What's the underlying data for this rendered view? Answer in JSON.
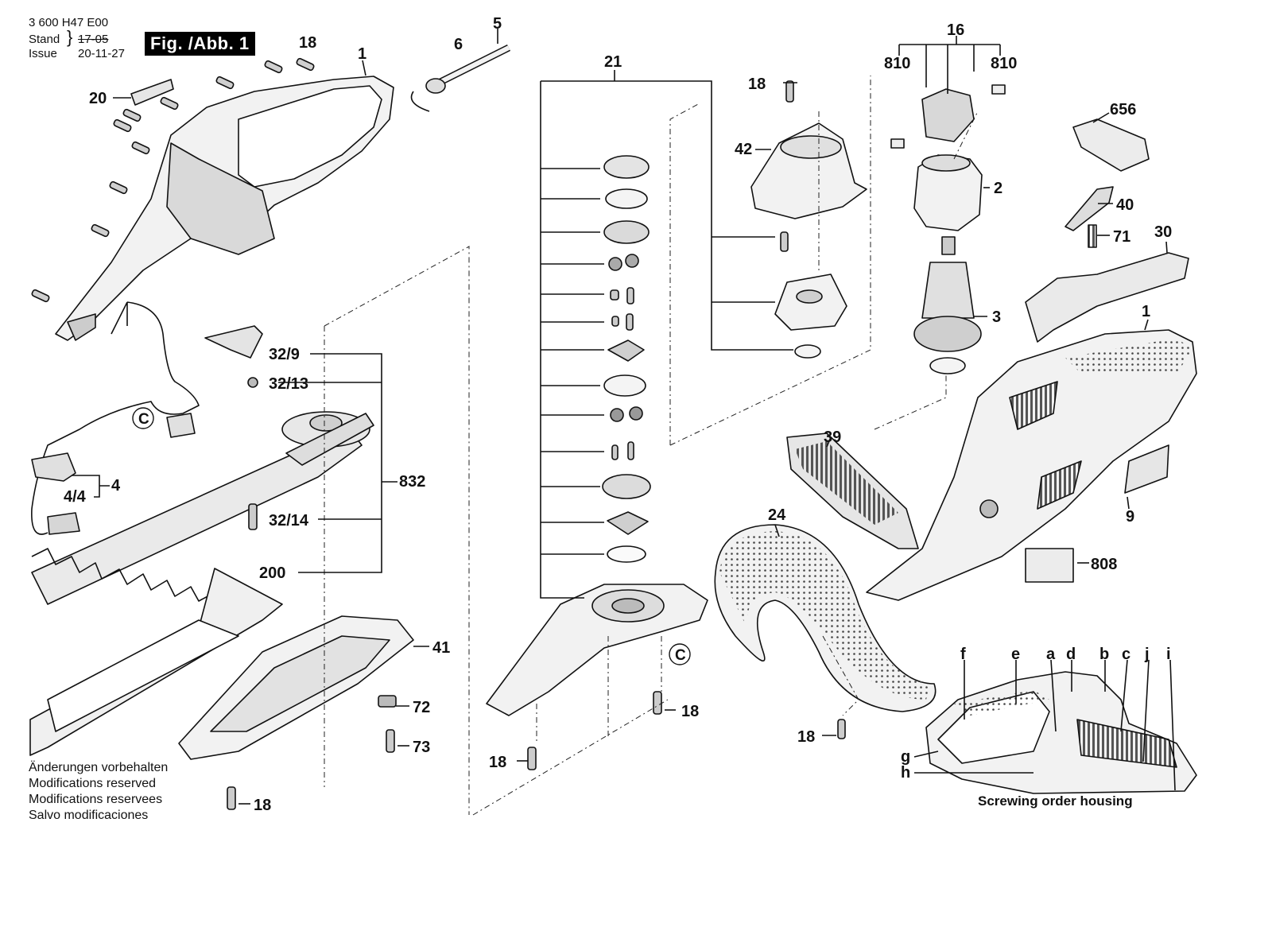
{
  "header": {
    "doc_number": "3 600 H47 E00",
    "stand_label": "Stand",
    "issue_label": "Issue",
    "stand_value": "17-05",
    "issue_value": "20-11-27",
    "figure_label": "Fig. /Abb. 1"
  },
  "notes": [
    "Änderungen vorbehalten",
    "Modifications reserved",
    "Modifications reservees",
    "Salvo modificaciones"
  ],
  "screwing_caption": "Screwing order housing",
  "part_labels": {
    "p1a": "1",
    "p1b": "1",
    "p2": "2",
    "p3": "3",
    "p4": "4",
    "p4_4": "4/4",
    "p5": "5",
    "p6": "6",
    "p9": "9",
    "p16": "16",
    "p18": "18",
    "p20": "20",
    "p21": "21",
    "p24": "24",
    "p30": "30",
    "p32_9": "32/9",
    "p32_13": "32/13",
    "p32_14": "32/14",
    "p39": "39",
    "p40": "40",
    "p41": "41",
    "p42": "42",
    "p71": "71",
    "p72": "72",
    "p73": "73",
    "p200": "200",
    "p656": "656",
    "p808": "808",
    "p810": "810",
    "p832": "832",
    "c": "C"
  },
  "screw_order_letters": [
    "f",
    "e",
    "a",
    "d",
    "b",
    "c",
    "j",
    "i",
    "g",
    "h"
  ],
  "colors": {
    "ink": "#111111",
    "part_fill": "#f2f2f2",
    "part_shade": "#d4d4d4",
    "badge": "#000000"
  }
}
